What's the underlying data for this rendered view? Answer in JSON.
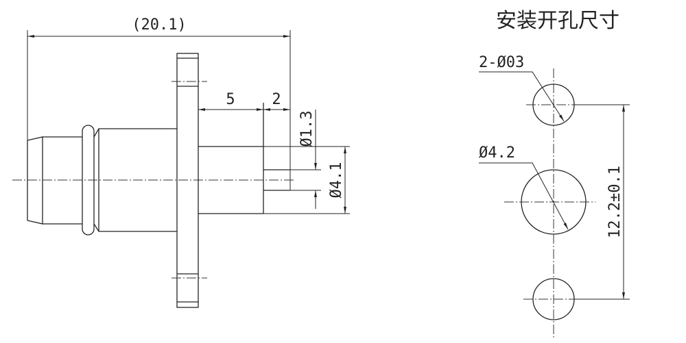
{
  "side_view": {
    "overall_length": "(20.1)",
    "flange_to_step": "5",
    "step_to_pin_end": "2",
    "pin_diameter": "Ø1.3",
    "shank_diameter": "Ø4.1"
  },
  "mounting_cutout": {
    "title": "安装开孔尺寸",
    "small_holes": "2-Ø03",
    "center_hole": "Ø4.2",
    "hole_spacing": "12.2±0.1"
  }
}
